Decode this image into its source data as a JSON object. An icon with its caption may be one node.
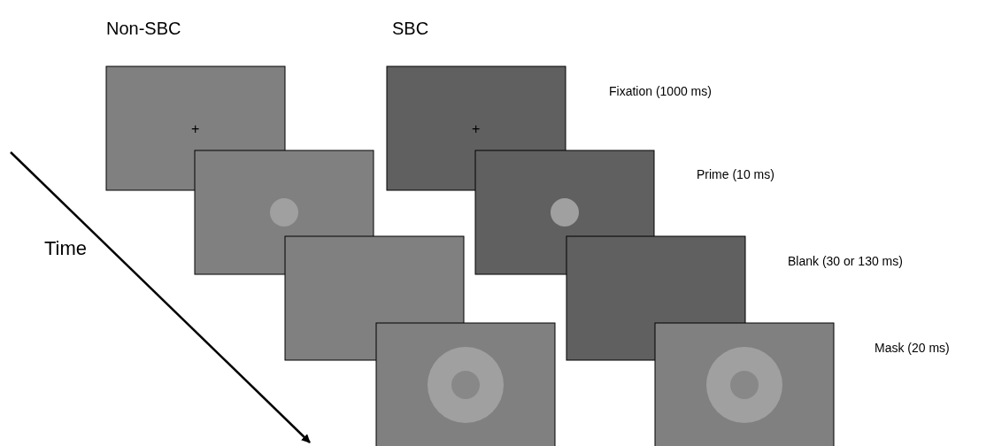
{
  "diagram": {
    "nodes": [
      {
        "text": [],
        "shape": "box"
      },
      {
        "text": [],
        "shape": "box"
      },
      {
        "text": [],
        "shape": "box"
      },
      {
        "text": [],
        "shape": "box"
      },
      {
        "text": [],
        "shape": "box"
      },
      {
        "text": [],
        "shape": "box"
      },
      {
        "text": [],
        "shape": "box"
      },
      {
        "text": [],
        "shape": "box"
      }
    ],
    "labels": [
      "Non-SBC",
      "SBC",
      "Fixation (1000 ms)",
      "+",
      "+",
      "Prime (10 ms)",
      "Blank (30 or 130 ms)",
      "Time",
      "Mask (20 ms)"
    ]
  }
}
